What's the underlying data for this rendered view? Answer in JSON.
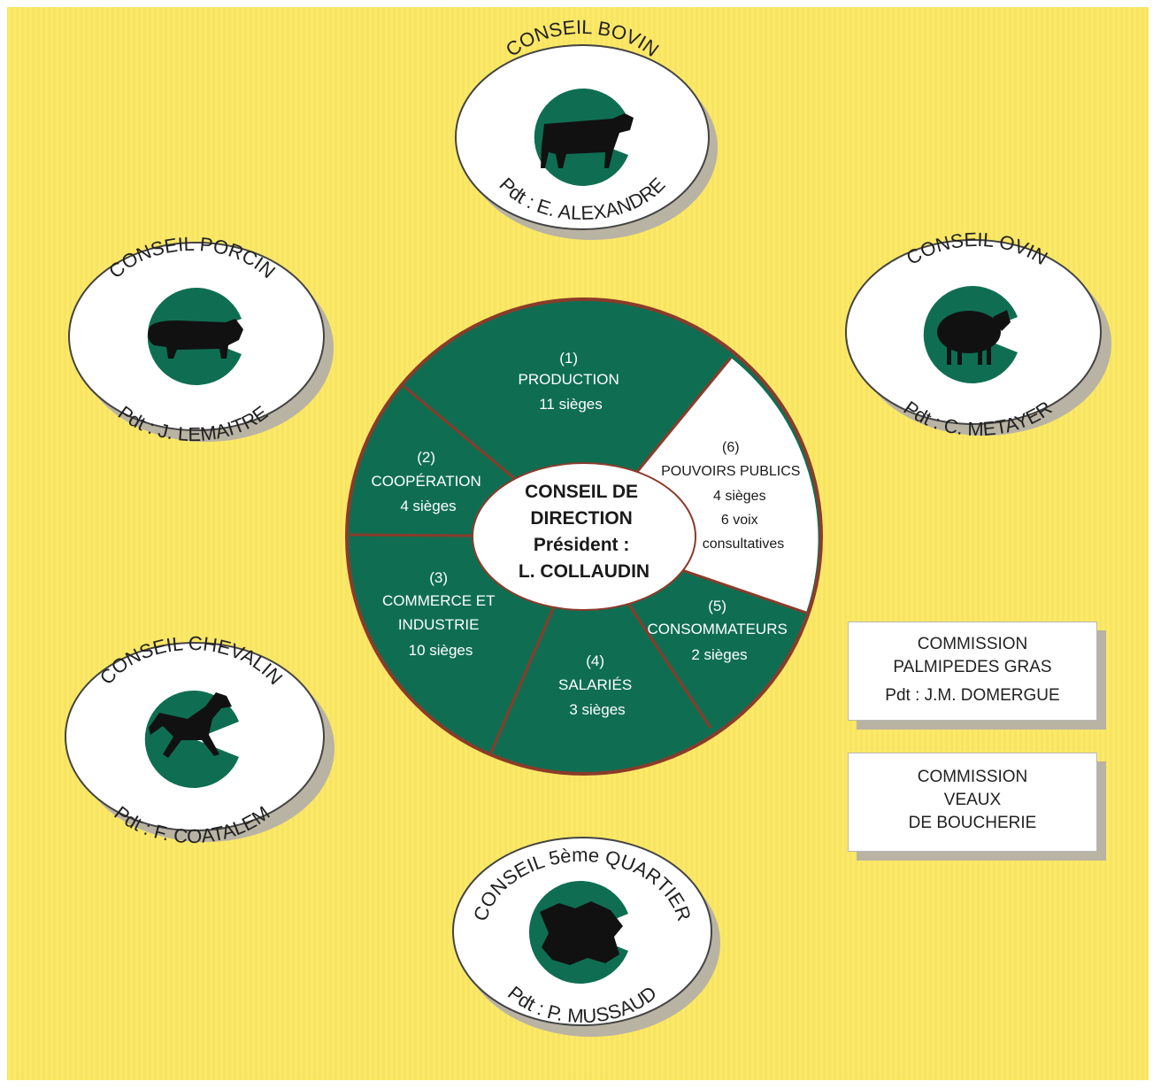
{
  "colors": {
    "background": "#fbe968",
    "green": "#0f6e52",
    "border_red": "#8b3b2a",
    "shadow": "#b9b3a4"
  },
  "center": {
    "lines": [
      "CONSEIL DE",
      "DIRECTION",
      "Président :",
      "L. COLLAUDIN"
    ]
  },
  "sectors": [
    {
      "id": "production",
      "lines": [
        "(1)",
        "PRODUCTION",
        "11 sièges"
      ]
    },
    {
      "id": "cooperation",
      "lines": [
        "(2)",
        "COOPÉRATION",
        "4 sièges"
      ]
    },
    {
      "id": "commerce",
      "lines": [
        "(3)",
        "COMMERCE ET",
        "INDUSTRIE",
        "10 sièges"
      ]
    },
    {
      "id": "salaries",
      "lines": [
        "(4)",
        "SALARIÉS",
        "3 sièges"
      ]
    },
    {
      "id": "consommateurs",
      "lines": [
        "(5)",
        "CONSOMMATEURS",
        "2 sièges"
      ]
    },
    {
      "id": "pouvoirs-publics",
      "lines": [
        "(6)",
        "POUVOIRS PUBLICS",
        "4 sièges",
        "6 voix",
        "consultatives"
      ]
    }
  ],
  "councils": [
    {
      "id": "bovin",
      "title": "CONSEIL BOVIN",
      "president": "Pdt : E. ALEXANDRE",
      "icon": "cow-icon"
    },
    {
      "id": "porcin",
      "title": "CONSEIL PORCIN",
      "president": "Pdt : J. LEMAITRE",
      "icon": "pig-icon"
    },
    {
      "id": "ovin",
      "title": "CONSEIL OVIN",
      "president": "Pdt : C. METAYER",
      "icon": "sheep-icon"
    },
    {
      "id": "chevalin",
      "title": "CONSEIL CHEVALIN",
      "president": "Pdt : F. COATALEM",
      "icon": "horse-icon"
    },
    {
      "id": "quartier",
      "title": "CONSEIL 5ème QUARTIER",
      "president": "Pdt : P. MUSSAUD",
      "icon": "hide-icon"
    }
  ],
  "commissions": [
    {
      "id": "palmipedes",
      "lines": [
        "COMMISSION",
        "PALMIPEDES GRAS",
        "Pdt : J.M. DOMERGUE"
      ]
    },
    {
      "id": "veaux",
      "lines": [
        "COMMISSION",
        "VEAUX",
        "DE BOUCHERIE"
      ]
    }
  ]
}
